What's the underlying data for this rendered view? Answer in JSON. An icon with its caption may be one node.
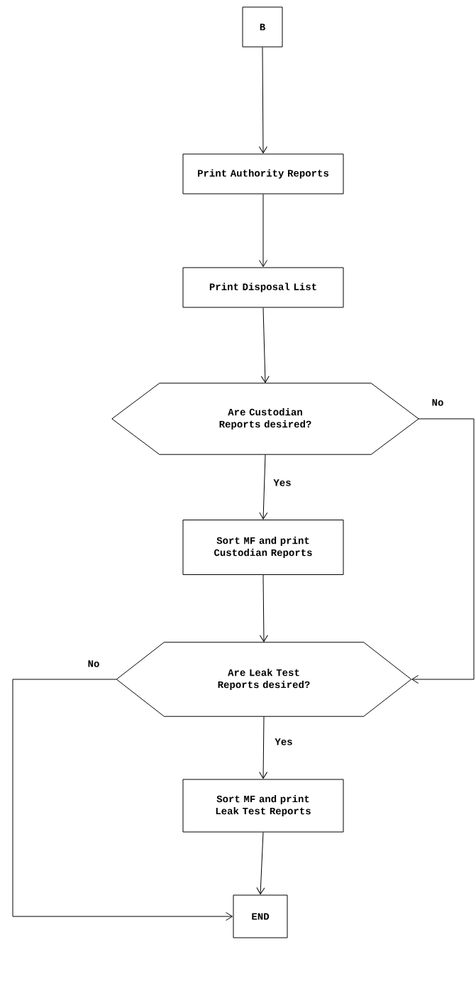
{
  "diagram": {
    "nodes": [
      {
        "text": [
          "B"
        ]
      },
      {
        "text": [
          "Print Authority Reports"
        ]
      },
      {
        "text": [
          "Print Disposal List"
        ]
      },
      {
        "text": [
          "Are Custodian Reports desired?"
        ]
      },
      {
        "text": [
          "Sort MF and print Custodian Reports"
        ]
      },
      {
        "text": [
          "Are Leak Test Reports desired?"
        ]
      },
      {
        "text": [
          "Sort MF and print Leak Test Reports"
        ]
      },
      {
        "text": [
          "END"
        ]
      }
    ],
    "edges": [
      {
        "from": 0,
        "to": 1,
        "arrow": "to"
      },
      {
        "from": 1,
        "to": 2,
        "arrow": "to"
      },
      {
        "from": 2,
        "to": 3,
        "arrow": "to"
      },
      {
        "from": 3,
        "to": 4,
        "arrow": "to",
        "label": "Yes"
      },
      {
        "from": 3,
        "to": 5,
        "arrow": "to",
        "label": "No"
      },
      {
        "from": 4,
        "to": 5,
        "arrow": "to"
      },
      {
        "from": 5,
        "to": 6,
        "arrow": "to",
        "label": "Yes"
      },
      {
        "from": 5,
        "to": 7,
        "arrow": "to",
        "label": "No"
      },
      {
        "from": 6,
        "to": 7,
        "arrow": "to"
      }
    ]
  }
}
